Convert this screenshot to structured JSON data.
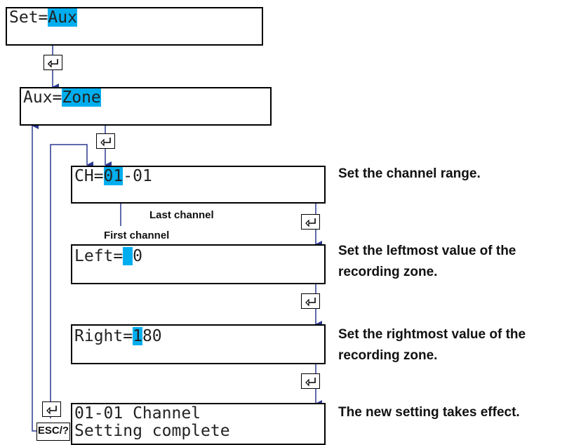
{
  "screens": [
    {
      "prefix": "Set=",
      "highlight": "Aux",
      "suffix": ""
    },
    {
      "prefix": "Aux=",
      "highlight": "Zone",
      "suffix": ""
    },
    {
      "prefix": "CH=",
      "highlight": "01",
      "suffix": "-01"
    },
    {
      "prefix": "Left=",
      "highlight": " ",
      "suffix": "0"
    },
    {
      "prefix": "Right=",
      "highlight": "1",
      "suffix": "80"
    },
    {
      "line1": "01-01 Channel",
      "line2": "Setting complete"
    }
  ],
  "descriptions": {
    "channel": "Set the channel range.",
    "left_line1": "Set the leftmost value of the",
    "left_line2": "recording zone.",
    "right_line1": "Set the rightmost value of the",
    "right_line2": "recording zone.",
    "effect": "The new setting takes effect."
  },
  "labels": {
    "last_channel": "Last channel",
    "first_channel": "First channel"
  },
  "keys": {
    "enter_icon": "enter-key-icon",
    "esc": "ESC/?"
  },
  "colors": {
    "highlight": "#00aeef",
    "connector": "#2b3990"
  }
}
